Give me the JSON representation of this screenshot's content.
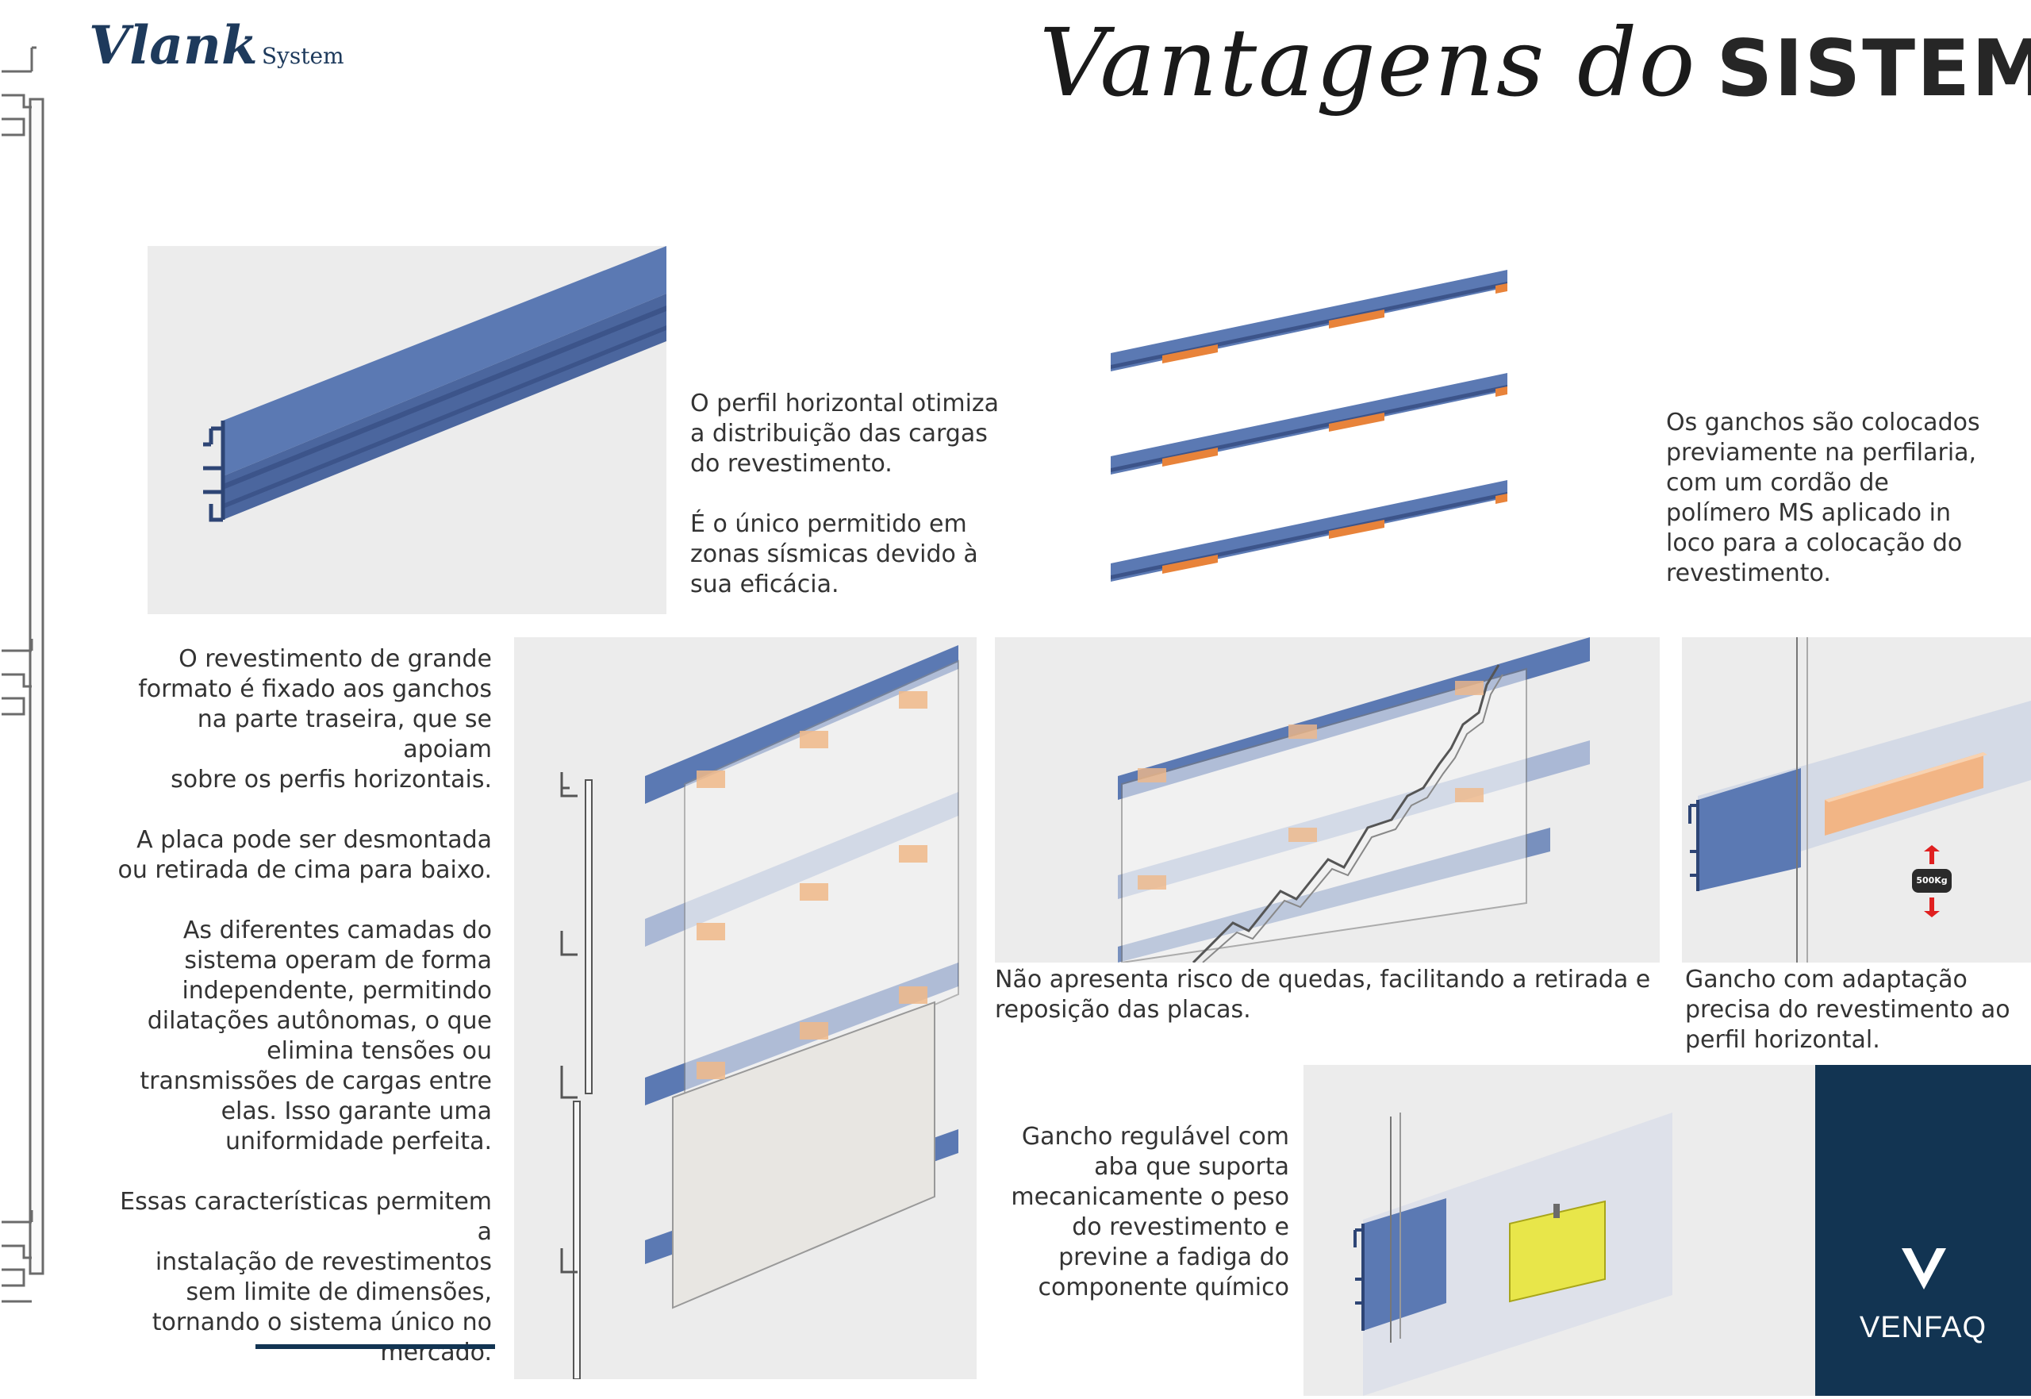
{
  "header": {
    "brand_name": "Vlank",
    "brand_suffix": "System",
    "title_script": "Vantagens do",
    "title_bold": "SISTEMA"
  },
  "texts": {
    "horizontal_profile": "O perfil horizontal otimiza\na distribuição das cargas\ndo revestimento.\n\nÉ o único permitido em\nzonas sísmicas devido à\nsua eficácia.",
    "hooks_placed": "Os ganchos são colocados\npreviamente na perfilaria,\ncom um cordão de\npolímero MS aplicado in\nloco para a colocação do\nrevestimento.",
    "large_format": "O revestimento de grande\nformato é fixado aos ganchos\nna parte traseira, que se apoiam\nsobre os perfis horizontais.\n\nA placa pode ser desmontada\nou retirada de cima para baixo.\n\nAs diferentes camadas do\nsistema operam de forma\nindependente, permitindo\ndilatações autônomas, o que\nelimina tensões ou\ntransmissões de cargas entre\nelas. Isso garante uma\nuniformidade perfeita.\n\nEssas características permitem a\ninstalação de revestimentos\nsem limite de dimensões,\ntornando o sistema único no\nmercado.",
    "no_falls": "Não apresenta risco de quedas, facilitando a retirada e\nreposição das placas.",
    "hook_adaptation": "Gancho com adaptação\nprecisa do revestimento ao\nperfil horizontal.",
    "adjustable_hook": "Gancho regulável com\naba que suporta\nmecanicamente o peso\ndo revestimento e\nprevine a fadiga do\ncomponente químico"
  },
  "badges": {
    "weight": "500Kg"
  },
  "footer": {
    "company": "VENFAQ"
  },
  "colors": {
    "profile_blue": "#5b79b3",
    "hook_orange": "#e8833a",
    "navy": "#123452",
    "panel_grey": "#ececec",
    "hook_yellow": "#e8e64a"
  }
}
